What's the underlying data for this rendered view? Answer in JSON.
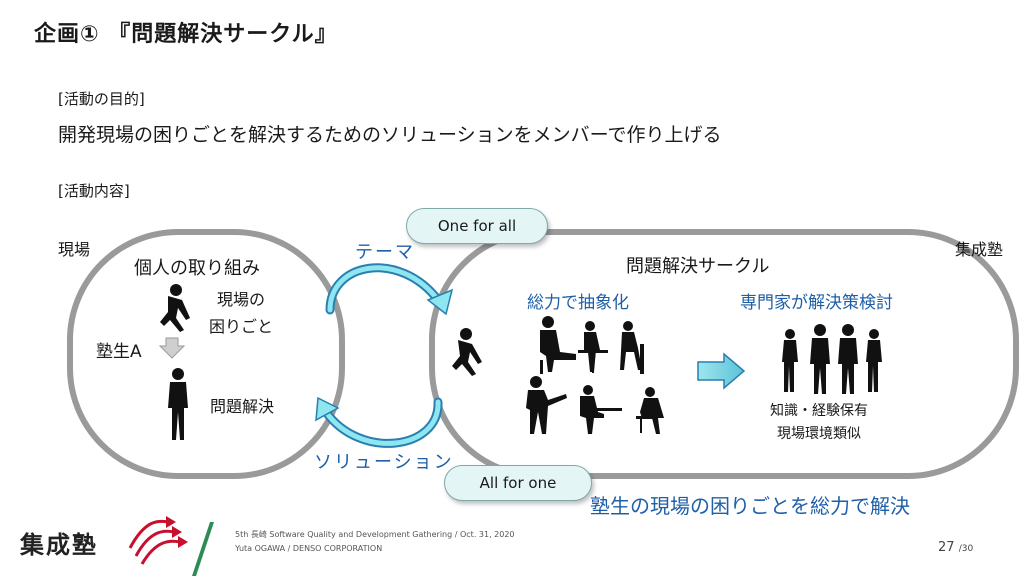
{
  "title": "企画① 『問題解決サークル』",
  "purpose": {
    "heading": "[活動の目的]",
    "text": "開発現場の困りごとを解決するためのソリューションをメンバーで作り上げる"
  },
  "content": {
    "heading": "[活動内容]"
  },
  "diagram": {
    "left_location": "現場",
    "right_location": "集成塾",
    "pill_top": "One for all",
    "pill_bottom": "All for one",
    "arrow_top_label": "テーマ",
    "arrow_bottom_label": "ソリューション",
    "left_section": {
      "title": "個人の取り組み",
      "problem_line1": "現場の",
      "problem_line2": "困りごと",
      "member": "塾生A",
      "solved": "問題解決"
    },
    "right_section": {
      "title": "問題解決サークル",
      "step1": "総力で抽象化",
      "step2": "専門家が解決策検討",
      "note_line1": "知識・経験保有",
      "note_line2": "現場環境類似"
    }
  },
  "conclusion": "塾生の現場の困りごとを総力で解決",
  "footer": {
    "line1": "5th 長崎 Software Quality and Development Gathering / Oct. 31, 2020",
    "line2": "Yuta OGAWA / DENSO CORPORATION",
    "page": "27",
    "total": "/30",
    "logo": "集成塾"
  },
  "colors": {
    "accent_blue": "#1f5fa8",
    "pill_fill": "#e3f5f5",
    "logo_red": "#c8102e",
    "slash_green": "#2e8b57"
  }
}
